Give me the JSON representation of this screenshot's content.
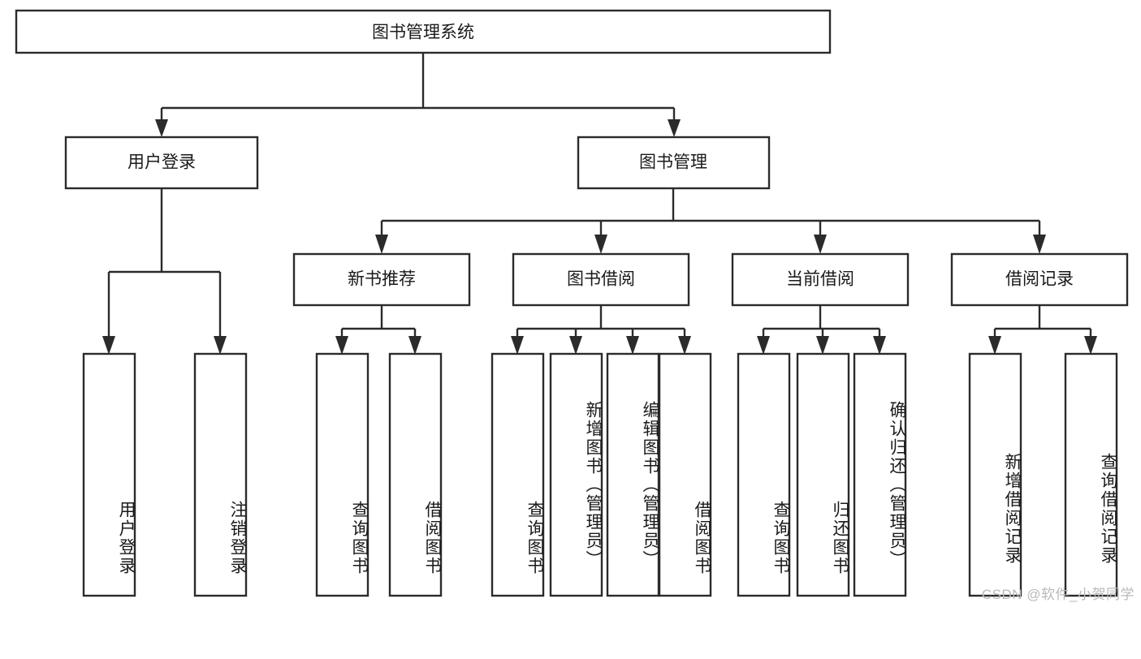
{
  "diagram": {
    "title": "图书管理系统",
    "type": "functional-hierarchy-tree",
    "watermark": "CSDN @软件_小贺同学",
    "accent_color": "#2b2b2b",
    "background_color": "#ffffff",
    "nodes": {
      "root": {
        "label": "图书管理系统"
      },
      "level2": [
        {
          "id": "user-login",
          "label": "用户登录"
        },
        {
          "id": "book-manage",
          "label": "图书管理"
        }
      ],
      "level3": [
        {
          "id": "new-book-recommend",
          "label": "新书推荐"
        },
        {
          "id": "book-borrow",
          "label": "图书借阅"
        },
        {
          "id": "current-borrow",
          "label": "当前借阅"
        },
        {
          "id": "borrow-record",
          "label": "借阅记录"
        }
      ],
      "leaves": [
        {
          "id": "leaf-user-login",
          "label": "用户登录",
          "parent": "user-login"
        },
        {
          "id": "leaf-logout-login",
          "label": "注销登录",
          "parent": "user-login"
        },
        {
          "id": "leaf-query-book-1",
          "label": "查询图书",
          "parent": "new-book-recommend"
        },
        {
          "id": "leaf-borrow-book-1",
          "label": "借阅图书",
          "parent": "new-book-recommend"
        },
        {
          "id": "leaf-query-book-2",
          "label": "查询图书",
          "parent": "book-borrow"
        },
        {
          "id": "leaf-add-book",
          "label": "新增图书（管理员）",
          "parent": "book-borrow"
        },
        {
          "id": "leaf-edit-book",
          "label": "编辑图书（管理员）",
          "parent": "book-borrow"
        },
        {
          "id": "leaf-borrow-book-2",
          "label": "借阅图书",
          "parent": "book-borrow"
        },
        {
          "id": "leaf-query-book-3",
          "label": "查询图书",
          "parent": "current-borrow"
        },
        {
          "id": "leaf-return-book",
          "label": "归还图书",
          "parent": "current-borrow"
        },
        {
          "id": "leaf-confirm-return",
          "label": "确认归还（管理员）",
          "parent": "current-borrow"
        },
        {
          "id": "leaf-add-record",
          "label": "新增借阅记录",
          "parent": "borrow-record"
        },
        {
          "id": "leaf-query-record",
          "label": "查询借阅记录",
          "parent": "borrow-record"
        }
      ]
    }
  }
}
